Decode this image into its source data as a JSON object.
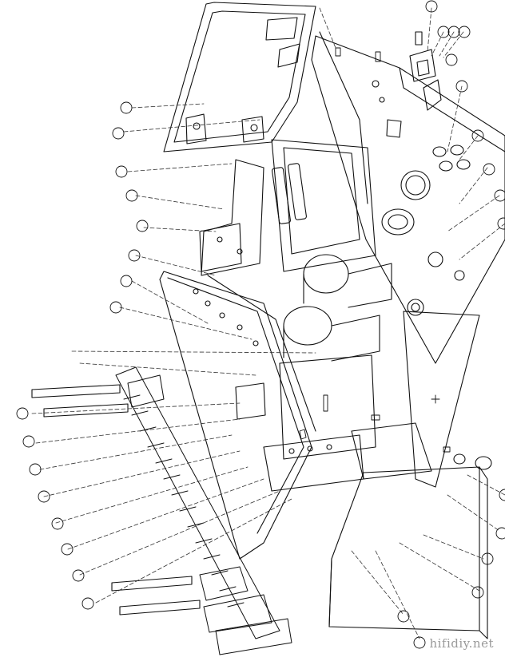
{
  "watermark": "hifidiy.net",
  "callouts": [
    {
      "id": "c-top-1",
      "label": ""
    },
    {
      "id": "c-top-2",
      "label": ""
    },
    {
      "id": "c-top-3",
      "label": ""
    },
    {
      "id": "c-top-4",
      "label": ""
    },
    {
      "id": "c-top-5",
      "label": ""
    },
    {
      "id": "c-top-6",
      "label": ""
    },
    {
      "id": "c-left-1",
      "label": ""
    },
    {
      "id": "c-left-2",
      "label": ""
    },
    {
      "id": "c-left-3",
      "label": ""
    },
    {
      "id": "c-left-4",
      "label": ""
    },
    {
      "id": "c-left-5",
      "label": ""
    },
    {
      "id": "c-left-6",
      "label": ""
    },
    {
      "id": "c-left-7",
      "label": ""
    },
    {
      "id": "c-left-8",
      "label": ""
    },
    {
      "id": "c-left-9",
      "label": ""
    },
    {
      "id": "c-left-10",
      "label": ""
    },
    {
      "id": "c-left-11",
      "label": ""
    },
    {
      "id": "c-left-12",
      "label": ""
    },
    {
      "id": "c-left-13",
      "label": ""
    },
    {
      "id": "c-left-14",
      "label": ""
    },
    {
      "id": "c-left-15",
      "label": ""
    },
    {
      "id": "c-left-16",
      "label": ""
    },
    {
      "id": "c-left-17",
      "label": ""
    },
    {
      "id": "c-left-18",
      "label": ""
    },
    {
      "id": "c-right-1",
      "label": ""
    },
    {
      "id": "c-right-2",
      "label": ""
    },
    {
      "id": "c-right-3",
      "label": ""
    },
    {
      "id": "c-right-4",
      "label": ""
    },
    {
      "id": "c-right-5",
      "label": ""
    },
    {
      "id": "c-right-6",
      "label": ""
    },
    {
      "id": "c-right-7",
      "label": ""
    },
    {
      "id": "c-right-8",
      "label": ""
    },
    {
      "id": "c-right-9",
      "label": ""
    },
    {
      "id": "c-bot-1",
      "label": ""
    },
    {
      "id": "c-bot-2",
      "label": ""
    },
    {
      "id": "c-bot-3",
      "label": ""
    }
  ]
}
